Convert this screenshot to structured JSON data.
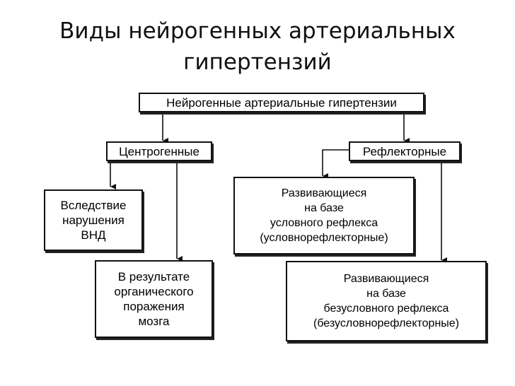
{
  "title": {
    "line1": "Виды нейрогенных артериальных",
    "line2": "гипертензий"
  },
  "diagram": {
    "root": "Нейрогенные артериальные гипертензии",
    "centrogenic": {
      "label": "Центрогенные",
      "children": [
        [
          "Вследствие",
          "нарушения",
          "ВНД"
        ],
        [
          "В результате",
          "органического",
          "поражения",
          "мозга"
        ]
      ]
    },
    "reflex": {
      "label": "Рефлекторные",
      "children": [
        [
          "Развивающиеся",
          "на базе",
          "условного рефлекса",
          "(условнорефлекторные)"
        ],
        [
          "Развивающиеся",
          "на базе",
          "безусловного рефлекса",
          "(безусловнорефлекторные)"
        ]
      ]
    }
  }
}
